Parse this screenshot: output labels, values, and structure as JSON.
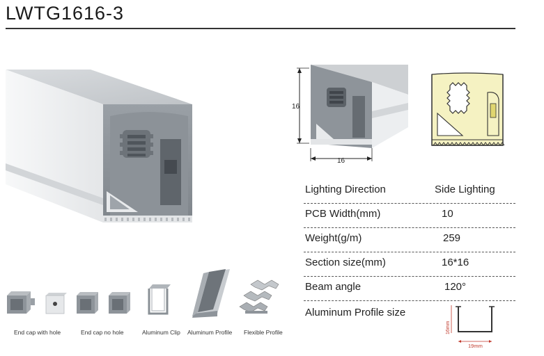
{
  "title": "LWTG1616-3",
  "dimensions": {
    "height_label": "16",
    "width_label": "16"
  },
  "specs": [
    {
      "label": "Lighting  Direction",
      "value": "Side Lighting"
    },
    {
      "label": "PCB  Width(mm)",
      "value": "10"
    },
    {
      "label": "Weight(g/m)",
      "value": "259"
    },
    {
      "label": "Section size(mm)",
      "value": "16*16"
    },
    {
      "label": "Beam angle",
      "value": "120°"
    }
  ],
  "profile": {
    "label": "Aluminum Profile size",
    "height_label": "16mm",
    "width_label": "19mm"
  },
  "accessories": [
    {
      "label": "End cap with hole"
    },
    {
      "label": "End cap no hole"
    },
    {
      "label": "Aluminum Clip"
    },
    {
      "label": "Aluminum Profile"
    },
    {
      "label": "Flexible Profile"
    }
  ],
  "colors": {
    "glow": "#f5f2c2",
    "profile_dim": "#c0392b",
    "body": "#e6e8ea"
  }
}
